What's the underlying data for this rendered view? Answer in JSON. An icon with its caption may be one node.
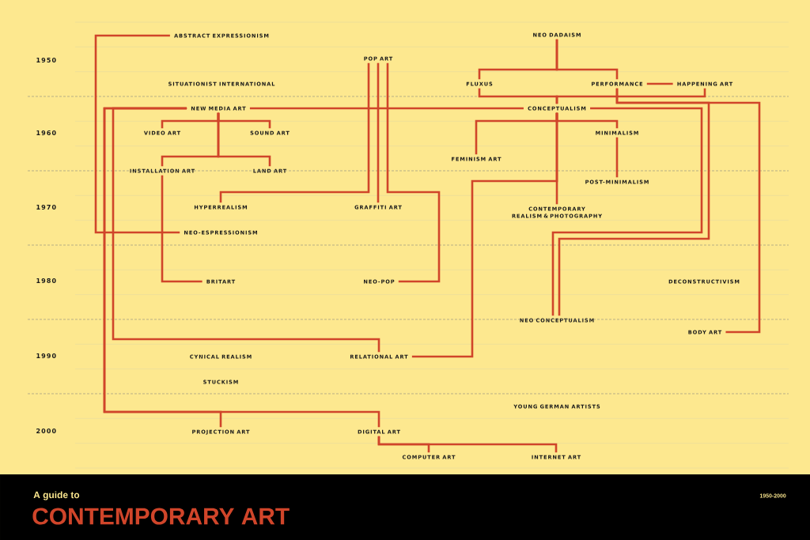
{
  "diagram": {
    "title": "CONTEMPORARY ART",
    "nodes": [
      {
        "text": [
          "ABSTRACT EXPRESSIONISM"
        ]
      },
      {
        "text": [
          "NEO DADAISM"
        ]
      },
      {
        "text": [
          "POP ART"
        ]
      },
      {
        "text": [
          "SITUATIONIST INTERNATIONAL"
        ]
      },
      {
        "text": [
          "FLUXUS"
        ]
      },
      {
        "text": [
          "PERFORMANCE"
        ]
      },
      {
        "text": [
          "HAPPENING ART"
        ]
      },
      {
        "text": [
          "NEW MEDIA ART"
        ]
      },
      {
        "text": [
          "CONCEPTUALISM"
        ]
      },
      {
        "text": [
          "VIDEO ART"
        ]
      },
      {
        "text": [
          "SOUND ART"
        ]
      },
      {
        "text": [
          "MINIMALISM"
        ]
      },
      {
        "text": [
          "FEMINISM ART"
        ]
      },
      {
        "text": [
          "INSTALLATION ART"
        ]
      },
      {
        "text": [
          "LAND ART"
        ]
      },
      {
        "text": [
          "POST-MINIMALISM"
        ]
      },
      {
        "text": [
          "HYPERREALISM"
        ]
      },
      {
        "text": [
          "GRAFFITI ART"
        ]
      },
      {
        "text": [
          "CONTEMPORARY REALISM & PHOTOGRAPHY"
        ]
      },
      {
        "text": [
          "NEO-ESPRESSIONISM"
        ]
      },
      {
        "text": [
          "BRITART"
        ]
      },
      {
        "text": [
          "NEO-POP"
        ]
      },
      {
        "text": [
          "DECONSTRUCTIVISM"
        ]
      },
      {
        "text": [
          "NEO CONCEPTUALISM"
        ]
      },
      {
        "text": [
          "BODY ART"
        ]
      },
      {
        "text": [
          "CYNICAL REALISM"
        ]
      },
      {
        "text": [
          "RELATIONAL ART"
        ]
      },
      {
        "text": [
          "STUCKISM"
        ]
      },
      {
        "text": [
          "YOUNG GERMAN ARTISTS"
        ]
      },
      {
        "text": [
          "PROJECTION ART"
        ]
      },
      {
        "text": [
          "DIGITAL ART"
        ]
      },
      {
        "text": [
          "COMPUTER ART"
        ]
      },
      {
        "text": [
          "INTERNET ART"
        ]
      }
    ],
    "edges": [
      {
        "from": 0,
        "to": 19,
        "arrow": "none"
      },
      {
        "from": 1,
        "to": 4,
        "arrow": "none"
      },
      {
        "from": 1,
        "to": 5,
        "arrow": "none"
      },
      {
        "from": 5,
        "to": 6,
        "arrow": "none"
      },
      {
        "from": 4,
        "to": 8,
        "arrow": "none"
      },
      {
        "from": 6,
        "to": 8,
        "arrow": "none"
      },
      {
        "from": 7,
        "to": 8,
        "arrow": "none"
      },
      {
        "from": 7,
        "to": 9,
        "arrow": "none"
      },
      {
        "from": 7,
        "to": 10,
        "arrow": "none"
      },
      {
        "from": 7,
        "to": 13,
        "arrow": "none"
      },
      {
        "from": 7,
        "to": 14,
        "arrow": "none"
      },
      {
        "from": 7,
        "to": 26,
        "arrow": "none"
      },
      {
        "from": 7,
        "to": 29,
        "arrow": "none"
      },
      {
        "from": 7,
        "to": 30,
        "arrow": "none"
      },
      {
        "from": 2,
        "to": 16,
        "arrow": "none"
      },
      {
        "from": 2,
        "to": 17,
        "arrow": "none"
      },
      {
        "from": 2,
        "to": 21,
        "arrow": "none"
      },
      {
        "from": 13,
        "to": 20,
        "arrow": "none"
      },
      {
        "from": 8,
        "to": 12,
        "arrow": "none"
      },
      {
        "from": 8,
        "to": 11,
        "arrow": "none"
      },
      {
        "from": 8,
        "to": 18,
        "arrow": "none"
      },
      {
        "from": 8,
        "to": 26,
        "arrow": "none"
      },
      {
        "from": 11,
        "to": 15,
        "arrow": "none"
      },
      {
        "from": 8,
        "to": 23,
        "arrow": "none"
      },
      {
        "from": 5,
        "to": 23,
        "arrow": "none"
      },
      {
        "from": 5,
        "to": 24,
        "arrow": "none"
      },
      {
        "from": 30,
        "to": 31,
        "arrow": "none"
      },
      {
        "from": 30,
        "to": 32,
        "arrow": "none"
      }
    ],
    "labels": [
      "1950",
      "1960",
      "1970",
      "1980",
      "1990",
      "2000",
      "A guide to",
      "1950-2000"
    ]
  }
}
